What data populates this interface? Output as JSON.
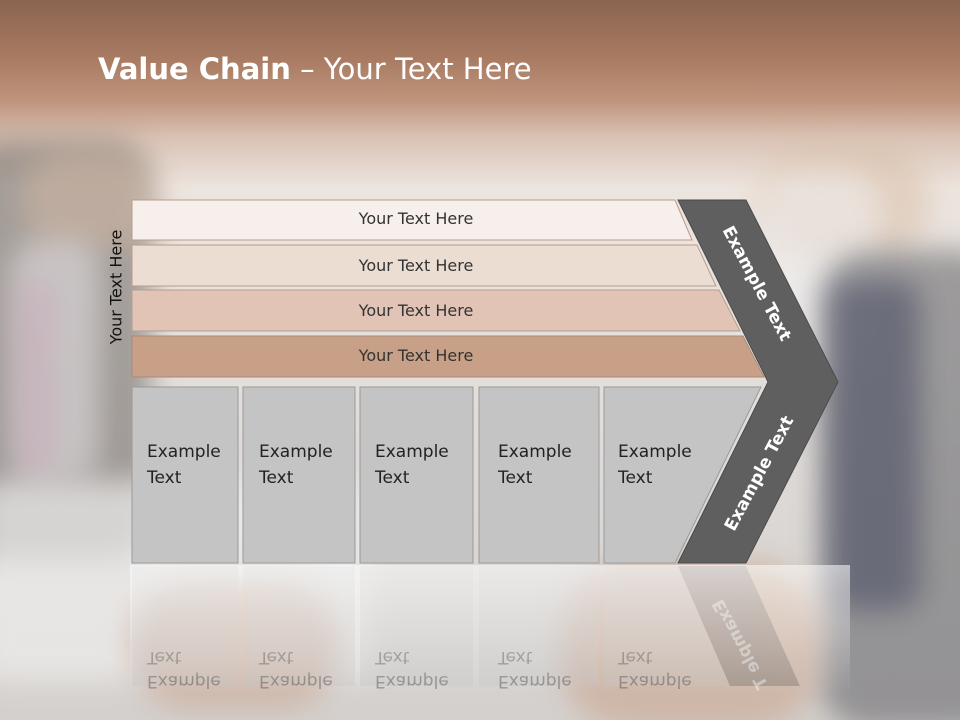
{
  "title": {
    "bold": "Value Chain",
    "rest": " – Your Text Here"
  },
  "side_label": "Your Text Here",
  "bars": [
    {
      "label": "Your Text Here",
      "fill": "#f6efeb"
    },
    {
      "label": "Your Text Here",
      "fill": "#ecddd3"
    },
    {
      "label": "Your Text Here",
      "fill": "#e1c4b6"
    },
    {
      "label": "Your Text Here",
      "fill": "#c8a087"
    }
  ],
  "boxes": [
    {
      "line1": "Example",
      "line2": "Text"
    },
    {
      "line1": "Example",
      "line2": "Text"
    },
    {
      "line1": "Example",
      "line2": "Text"
    },
    {
      "line1": "Example",
      "line2": "Text"
    },
    {
      "line1": "Example",
      "line2": "Text"
    }
  ],
  "chevron": {
    "upper": "Example Text",
    "lower": "Example Text",
    "fill": "#5f5f5f"
  },
  "colors": {
    "box_fill": "#c4c4c4",
    "box_stroke": "#9a9a9a",
    "title": "#ffffff"
  }
}
